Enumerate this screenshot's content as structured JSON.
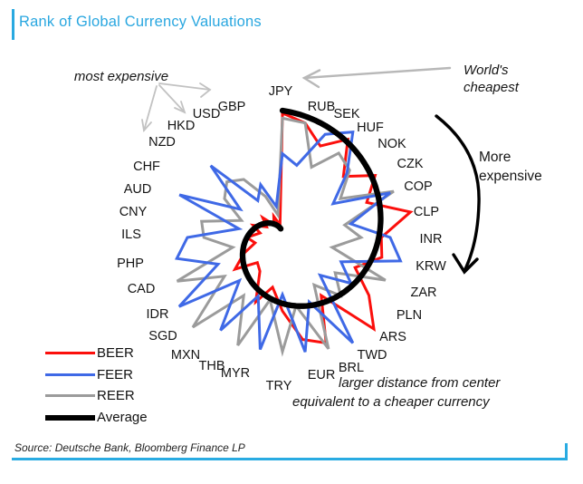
{
  "header": {
    "title": "Rank of Global Currency Valuations"
  },
  "annotations": {
    "most_expensive": "most expensive",
    "worlds_cheapest_line1": "World's",
    "worlds_cheapest_line2": "cheapest",
    "more_expensive_line1": "More",
    "more_expensive_line2": "expensive",
    "center_note_line1": "larger distance from center",
    "center_note_line2": "equivalent to  a cheaper currency"
  },
  "legend": [
    {
      "label": "BEER",
      "color": "#fb0f0c",
      "thick": false
    },
    {
      "label": "FEER",
      "color": "#3f69e6",
      "thick": false
    },
    {
      "label": "REER",
      "color": "#9b9b9b",
      "thick": false
    },
    {
      "label": "Average",
      "color": "#000000",
      "thick": true
    }
  ],
  "source": {
    "text": "Source: Deutsche Bank, Bloomberg Finance LP"
  },
  "colors": {
    "accent_blue": "#29a9e0",
    "rule_blue": "#29abe2",
    "beer_red": "#fb0f0c",
    "feer_blue": "#3f69e6",
    "reer_gray": "#9b9b9b",
    "average_black": "#000000",
    "annotation_arrow_gray": "#b8b8b8"
  },
  "chart_data": {
    "type": "radar",
    "title": "Rank of Global Currency Valuations",
    "direction": "clockwise from top (cheapest) to most expensive",
    "legend_position": "bottom-left",
    "value_scale": "0 = most expensive (center), 1 = world's cheapest (outer edge)",
    "categories": [
      "JPY",
      "RUB",
      "SEK",
      "HUF",
      "NOK",
      "CZK",
      "COP",
      "CLP",
      "INR",
      "KRW",
      "ZAR",
      "PLN",
      "ARS",
      "TWD",
      "BRL",
      "EUR",
      "TRY",
      "MYR",
      "THB",
      "MXN",
      "SGD",
      "IDR",
      "CAD",
      "PHP",
      "ILS",
      "CNY",
      "AUD",
      "CHF",
      "NZD",
      "HKD",
      "USD",
      "GBP"
    ],
    "series": [
      {
        "name": "BEER",
        "color": "#fb0f0c",
        "values": [
          0.98,
          0.92,
          0.78,
          0.93,
          0.68,
          0.88,
          0.72,
          1.03,
          0.78,
          0.8,
          0.62,
          0.82,
          1.02,
          0.55,
          0.9,
          0.82,
          0.58,
          0.4,
          0.55,
          0.32,
          0.28,
          0.45,
          0.33,
          0.22,
          0.28,
          0.18,
          0.25,
          0.15,
          0.22,
          0.12,
          0.18,
          0.1
        ]
      },
      {
        "name": "FEER",
        "color": "#3f69e6",
        "values": [
          0.66,
          0.58,
          0.88,
          1.0,
          0.72,
          0.48,
          0.92,
          0.55,
          0.85,
          0.95,
          0.5,
          0.65,
          0.42,
          1.0,
          0.55,
          0.92,
          0.45,
          0.9,
          0.5,
          0.88,
          0.48,
          0.98,
          0.55,
          0.85,
          0.75,
          0.35,
          0.88,
          0.4,
          0.8,
          0.35,
          0.45,
          0.25
        ]
      },
      {
        "name": "REER",
        "color": "#9b9b9b",
        "values": [
          0.94,
          0.92,
          0.6,
          0.8,
          0.75,
          0.55,
          0.95,
          0.5,
          0.62,
          0.4,
          0.88,
          0.5,
          0.65,
          0.45,
          0.95,
          0.55,
          0.9,
          0.5,
          0.92,
          0.55,
          1.0,
          0.55,
          0.9,
          0.4,
          0.62,
          0.65,
          0.35,
          0.55,
          0.62,
          0.55,
          0.35,
          0.18
        ]
      },
      {
        "name": "Average",
        "color": "#000000",
        "style": "spiral",
        "values": [
          1.0,
          0.97,
          0.94,
          0.91,
          0.88,
          0.85,
          0.82,
          0.79,
          0.76,
          0.73,
          0.7,
          0.67,
          0.64,
          0.61,
          0.58,
          0.55,
          0.52,
          0.49,
          0.46,
          0.43,
          0.4,
          0.37,
          0.34,
          0.31,
          0.28,
          0.25,
          0.22,
          0.19,
          0.16,
          0.13,
          0.1,
          0.07
        ]
      }
    ]
  }
}
